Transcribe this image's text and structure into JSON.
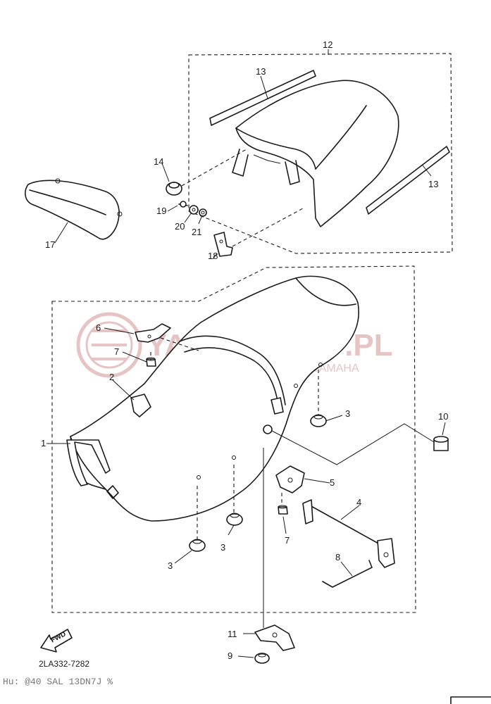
{
  "watermark": {
    "brand": "YAMA-SKLEP.PL",
    "subtitle": "WOJCIECHOWICZ DEALER YAMAHA",
    "color": "#e7c4c4"
  },
  "labels": {
    "p1": "1",
    "p2": "2",
    "p3a": "3",
    "p3b": "3",
    "p3c": "3",
    "p4": "4",
    "p5": "5",
    "p6": "6",
    "p7a": "7",
    "p7b": "7",
    "p8": "8",
    "p9": "9",
    "p10": "10",
    "p11": "11",
    "p12": "12",
    "p13a": "13",
    "p13b": "13",
    "p14": "14",
    "p17": "17",
    "p18": "18",
    "p19": "19",
    "p20": "20",
    "p21": "21"
  },
  "footer": {
    "diagram_code": "2LA332-7282",
    "fwd_label": "FWD",
    "scribble_text": "Hu: @40 SAL 13DN7J %"
  },
  "icons": {
    "fwd_arrow": "fwd-arrow-icon",
    "watermark_logo": "yamaha-tuning-fork-logo"
  }
}
